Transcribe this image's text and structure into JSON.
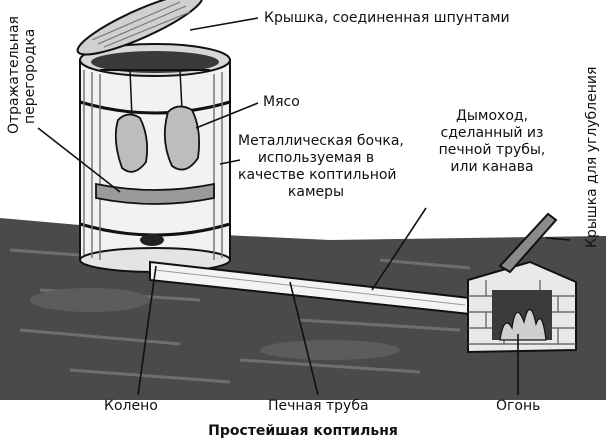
{
  "labels": {
    "lid": "Крышка, соединенная шпунтами",
    "baffle_line1": "Отражательная",
    "baffle_line2": "перегородка",
    "meat": "Мясо",
    "barrel_line1": "Металлическая бочка,",
    "barrel_line2": "используемая в",
    "barrel_line3": "качестве коптильной",
    "barrel_line4": "камеры",
    "chimney_line1": "Дымоход,",
    "chimney_line2": "сделанный из",
    "chimney_line3": "печной трубы,",
    "chimney_line4": "или канава",
    "pit_lid": "Крышка для углубления",
    "elbow": "Колено",
    "stove_pipe": "Печная труба",
    "fire": "Огонь"
  },
  "caption": "Простейшая коптильня"
}
